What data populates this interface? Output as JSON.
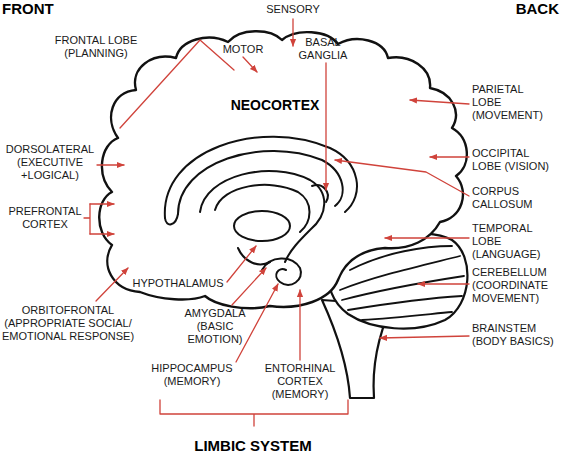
{
  "diagram": {
    "labels": [
      "FRONT",
      "SENSORY",
      "BACK",
      "FRONTAL LOBE (PLANNING)",
      "MOTOR",
      "BASAL GANGLIA",
      "NEOCORTEX",
      "PARIETAL LOBE (MOVEMENT)",
      "DORSOLATERAL (EXECUTIVE +LOGICAL)",
      "OCCIPITAL LOBE (VISION)",
      "CORPUS CALLOSUM",
      "PREFRONTAL CORTEX",
      "TEMPORAL LOBE (LANGUAGE)",
      "CEREBELLUM (COORDINATE MOVEMENT)",
      "HYPOTHALAMUS",
      "BRAINSTEM (BODY BASICS)",
      "ORBITOFRONTAL (APPROPRIATE SOCIAL/ EMOTIONAL RESPONSE)",
      "AMYGDALA (BASIC EMOTION)",
      "HIPPOCAMPUS (MEMORY)",
      "ENTORHINAL CORTEX (MEMORY)",
      "LIMBIC SYSTEM"
    ]
  }
}
